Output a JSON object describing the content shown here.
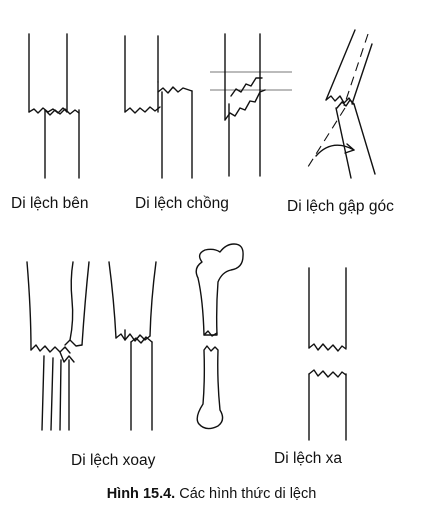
{
  "labels": {
    "lateral": "Di lệch bên",
    "overlap": "Di lệch chồng",
    "angular": "Di lệch gập góc",
    "rotation": "Di lệch xoay",
    "distraction": "Di lệch xa"
  },
  "caption": {
    "number": "Hình 15.4.",
    "text": "Các hình thức di lệch"
  }
}
